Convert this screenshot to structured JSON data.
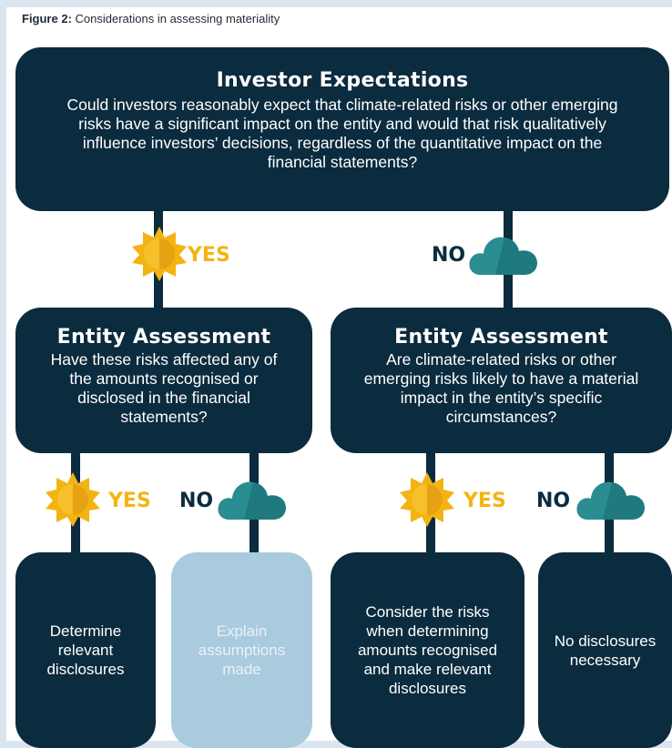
{
  "caption": {
    "prefix": "Figure 2:",
    "text": " Considerations in assessing materiality"
  },
  "investor": {
    "title": "Investor Expectations",
    "text": "Could investors reasonably expect that climate-related risks or other emerging risks have a significant impact on the entity and would that risk qualitatively influence investors’ decisions, regardless of the quantitative impact on the financial statements?"
  },
  "branches": {
    "top_yes": "YES",
    "top_no": "NO",
    "left_yes": "YES",
    "left_no": "NO",
    "right_yes": "YES",
    "right_no": "NO"
  },
  "entity_left": {
    "title": "Entity Assessment",
    "text": "Have these risks affected any of the amounts recognised or disclosed in the financial statements?"
  },
  "entity_right": {
    "title": "Entity Assessment",
    "text": "Are climate-related risks or other emerging risks likely to have a material impact in the entity’s specific circumstances?"
  },
  "outcomes": {
    "determine": "Determine relevant disclosures",
    "explain": "Explain assumptions made",
    "consider": "Consider the risks when determining amounts recognised and make relevant disclosures",
    "none": "No disclosures necessary"
  },
  "colors": {
    "navy": "#0b2b3e",
    "teal": "#1f7a80",
    "sun": "#f3b413",
    "light_box": "#a9cbdd"
  },
  "icons": {
    "yes": "sun-icon",
    "no": "cloud-icon"
  }
}
